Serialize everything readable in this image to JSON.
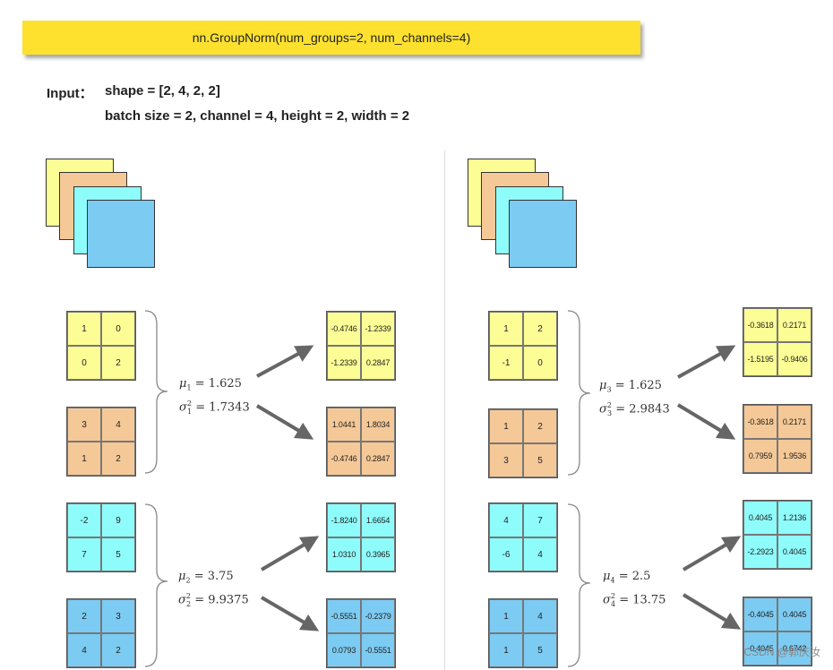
{
  "title": "nn.GroupNorm(num_groups=2, num_channels=4)",
  "input": {
    "label": "Input：",
    "shape": "shape = [2, 4, 2, 2]",
    "dims": "batch size = 2,   channel = 4,   height = 2,   width = 2"
  },
  "colors": {
    "yellow": "#fdfd96",
    "orange": "#f5c897",
    "cyan": "#8ffcfc",
    "blue": "#7ccbf2",
    "title_bg": "#fde12e"
  },
  "panels": [
    {
      "groups": [
        {
          "mu_sym": "μ",
          "mu_idx": "1",
          "mu_val": "= 1.625",
          "sigma_sym": "σ",
          "sigma_idx": "1",
          "sigma_pow": "2",
          "sigma_val": "= 1.7343",
          "inputs": [
            {
              "color": "yellow",
              "values": [
                "1",
                "0",
                "0",
                "2"
              ]
            },
            {
              "color": "orange",
              "values": [
                "3",
                "4",
                "1",
                "2"
              ]
            }
          ],
          "outputs": [
            {
              "color": "yellow",
              "values": [
                "-0.4746",
                "-1.2339",
                "-1.2339",
                "0.2847"
              ]
            },
            {
              "color": "orange",
              "values": [
                "1.0441",
                "1.8034",
                "-0.4746",
                "0.2847"
              ]
            }
          ]
        },
        {
          "mu_sym": "μ",
          "mu_idx": "2",
          "mu_val": "= 3.75",
          "sigma_sym": "σ",
          "sigma_idx": "2",
          "sigma_pow": "2",
          "sigma_val": "= 9.9375",
          "inputs": [
            {
              "color": "cyan",
              "values": [
                "-2",
                "9",
                "7",
                "5"
              ]
            },
            {
              "color": "blue",
              "values": [
                "2",
                "3",
                "4",
                "2"
              ]
            }
          ],
          "outputs": [
            {
              "color": "cyan",
              "values": [
                "-1.8240",
                "1.6654",
                "1.0310",
                "0.3965"
              ]
            },
            {
              "color": "blue",
              "values": [
                "-0.5551",
                "-0.2379",
                "0.0793",
                "-0.5551"
              ]
            }
          ]
        }
      ]
    },
    {
      "groups": [
        {
          "mu_sym": "μ",
          "mu_idx": "3",
          "mu_val": "= 1.625",
          "sigma_sym": "σ",
          "sigma_idx": "3",
          "sigma_pow": "2",
          "sigma_val": "= 2.9843",
          "inputs": [
            {
              "color": "yellow",
              "values": [
                "1",
                "2",
                "-1",
                "0"
              ]
            },
            {
              "color": "orange",
              "values": [
                "1",
                "2",
                "3",
                "5"
              ]
            }
          ],
          "outputs": [
            {
              "color": "yellow",
              "values": [
                "-0.3618",
                "0.2171",
                "-1.5195",
                "-0.9406"
              ]
            },
            {
              "color": "orange",
              "values": [
                "-0.3618",
                "0.2171",
                "0.7959",
                "1.9536"
              ]
            }
          ]
        },
        {
          "mu_sym": "μ",
          "mu_idx": "4",
          "mu_val": "= 2.5",
          "sigma_sym": "σ",
          "sigma_idx": "4",
          "sigma_pow": "2",
          "sigma_val": "= 13.75",
          "inputs": [
            {
              "color": "cyan",
              "values": [
                "4",
                "7",
                "-6",
                "4"
              ]
            },
            {
              "color": "blue",
              "values": [
                "1",
                "4",
                "1",
                "5"
              ]
            }
          ],
          "outputs": [
            {
              "color": "cyan",
              "values": [
                "0.4045",
                "1.2136",
                "-2.2923",
                "0.4045"
              ]
            },
            {
              "color": "blue",
              "values": [
                "-0.4045",
                "0.4045",
                "-0.4045",
                "0.6742"
              ]
            }
          ]
        }
      ]
    }
  ],
  "watermark": "CSDN @郭庆汝"
}
